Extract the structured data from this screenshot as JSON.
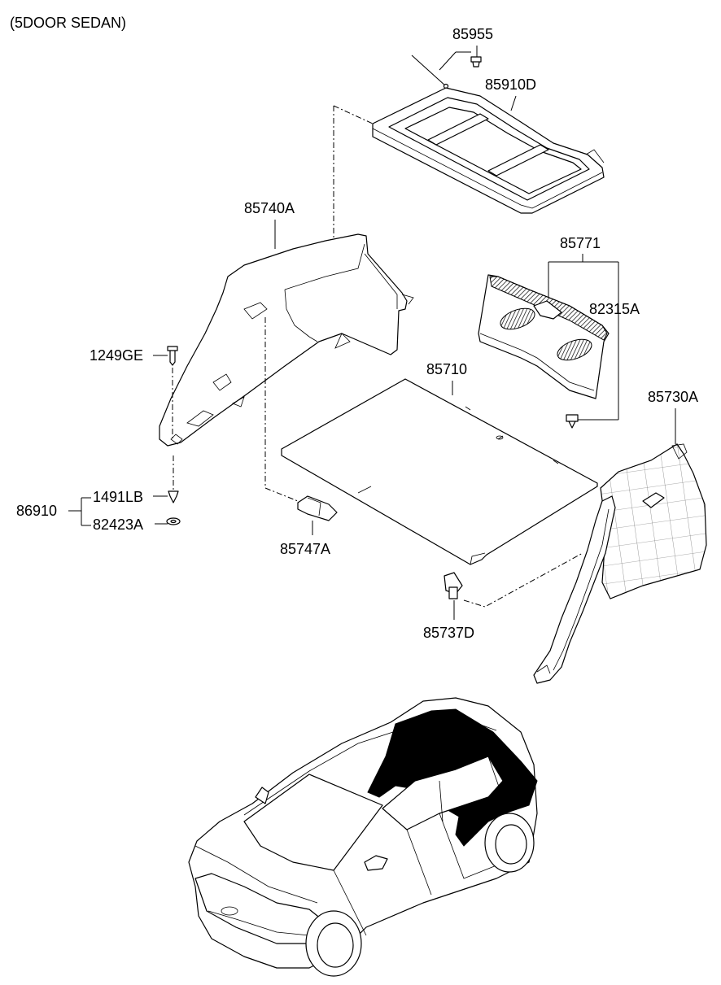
{
  "title": "(5DOOR SEDAN)",
  "parts": {
    "p85955": "85955",
    "p85910D": "85910D",
    "p85740A": "85740A",
    "p85771": "85771",
    "p82315A": "82315A",
    "p1249GE": "1249GE",
    "p85710": "85710",
    "p85730A": "85730A",
    "p86910": "86910",
    "p1491LB": "1491LB",
    "p82423A": "82423A",
    "p85747A": "85747A",
    "p85737D": "85737D"
  }
}
